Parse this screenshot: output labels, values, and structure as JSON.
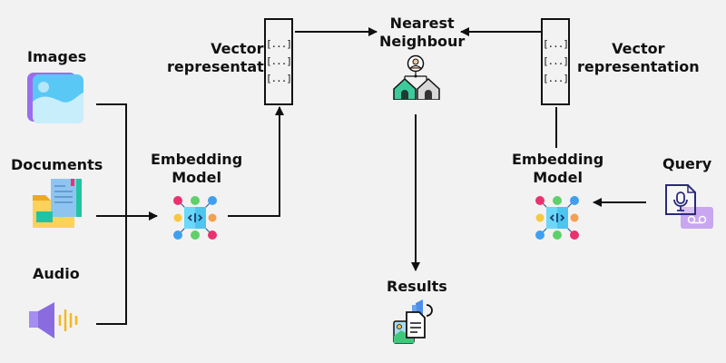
{
  "diagram": {
    "sources": [
      {
        "label": "Images",
        "icon": "image-icon"
      },
      {
        "label": "Documents",
        "icon": "documents-folder-icon"
      },
      {
        "label": "Audio",
        "icon": "speaker-audio-icon"
      }
    ],
    "left_embedding": {
      "label_line1": "Embedding",
      "label_line2": "Model",
      "icon": "embedding-model-icon"
    },
    "right_embedding": {
      "label_line1": "Embedding",
      "label_line2": "Model",
      "icon": "embedding-model-icon"
    },
    "left_vector": {
      "label_line1": "Vector",
      "label_line2": "representation",
      "rows": [
        "[...]",
        "[...]",
        "[...]"
      ]
    },
    "right_vector": {
      "label_line1": "Vector",
      "label_line2": "representation",
      "rows": [
        "[...]",
        "[...]",
        "[...]"
      ]
    },
    "nearest_neighbour": {
      "label_line1": "Nearest",
      "label_line2": "Neighbour",
      "icon": "nearest-neighbour-houses-icon"
    },
    "results": {
      "label": "Results",
      "icon": "results-media-icon"
    },
    "query": {
      "label": "Query",
      "icon": "voice-query-icon"
    },
    "colors": {
      "line": "#111111",
      "background": "#f2f2f2",
      "image_blue": "#5ac8f5",
      "image_purple": "#9b6cf0",
      "folder_yellow": "#fcd25a",
      "folder_orange": "#f5a623",
      "doc_blue": "#8ec5f0",
      "teal": "#20c5a0",
      "audio_purple": "#8a6be0",
      "audio_wave": "#f5b820",
      "embed_center": "#6ad8f8",
      "dot_pink": "#e8336e",
      "dot_green": "#5fcf6a",
      "dot_blue": "#3fa0f0",
      "dot_yellow": "#f8c840",
      "dot_orange": "#f5a050",
      "house_green": "#3ec99a",
      "house_grey": "#d8d8d8",
      "query_navy": "#2a2a7a",
      "query_lilac": "#c9a6f0"
    }
  }
}
